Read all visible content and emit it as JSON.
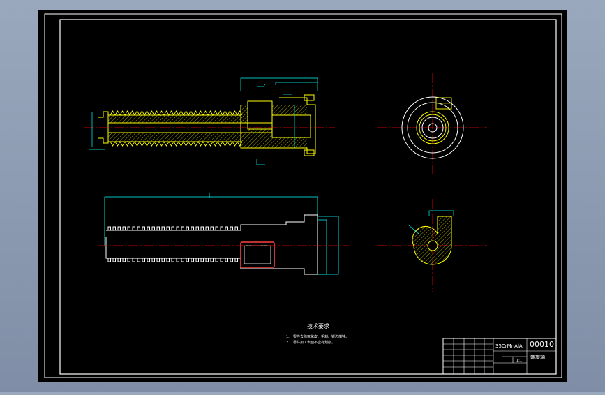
{
  "drawing": {
    "tech_title": "技术要求",
    "notes": [
      {
        "num": "1.",
        "text": "零件去除氧化皮、毛刺。锐边倒钝。"
      },
      {
        "num": "2.",
        "text": "零件加工表面不应有划痕。"
      }
    ],
    "title_block": {
      "material": "35CrMnAlA",
      "drawing_number": "00010",
      "part_name": "螺旋轴",
      "scale": "1:1"
    }
  },
  "colors": {
    "background": "#000000",
    "frame": "#ffffff",
    "outline": "#ffff00",
    "dimension": "#00ffff",
    "centerline": "#ff0000",
    "hatch": "#ffff00"
  }
}
